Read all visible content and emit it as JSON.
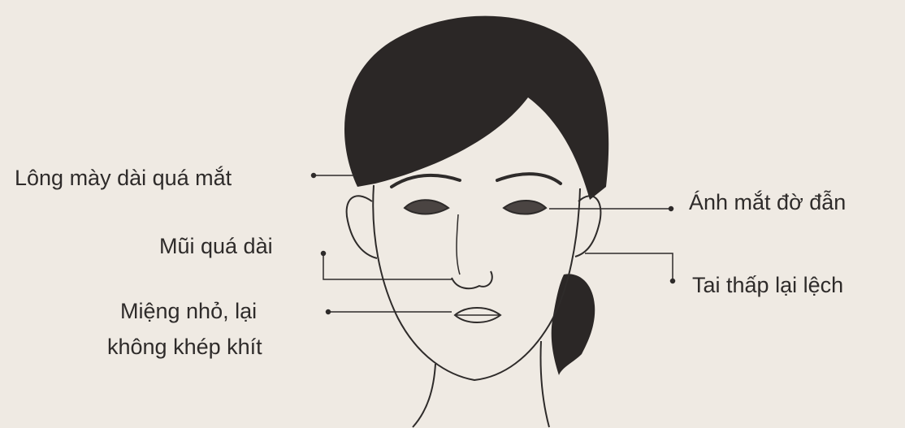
{
  "annotations": {
    "eyebrows": "Lông mày dài quá mắt",
    "nose": "Mũi quá dài",
    "mouth_line1": "Miệng nhỏ, lại",
    "mouth_line2": "không khép khít",
    "eyes": "Ánh mắt đờ đẫn",
    "ears": "Tai thấp lại lệch"
  },
  "colors": {
    "background": "#efeae3",
    "ink": "#2e2b2a",
    "hair": "#2b2726"
  }
}
